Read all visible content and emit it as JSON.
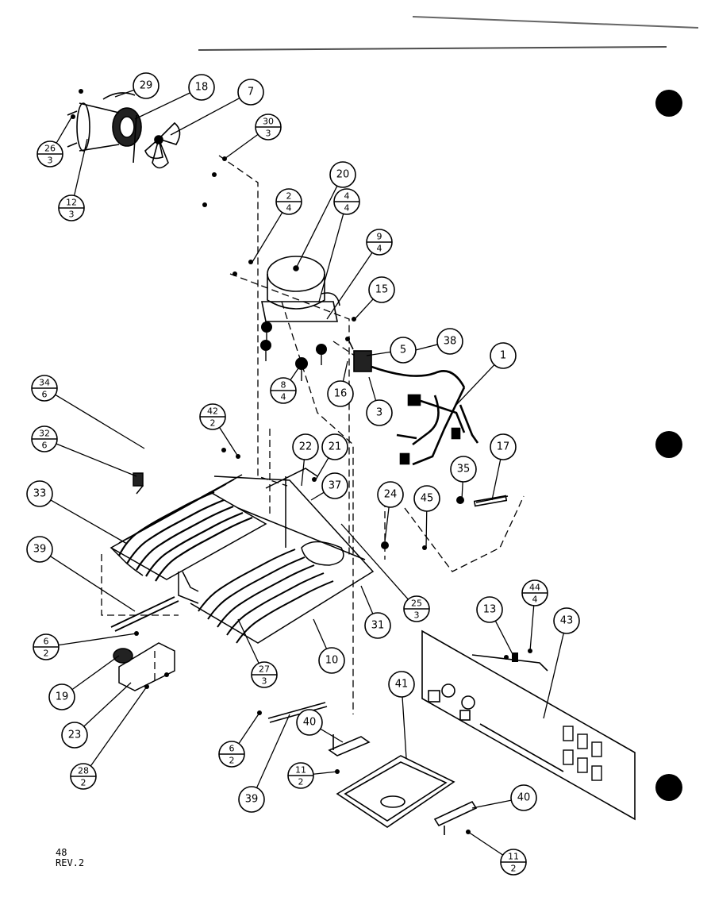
{
  "footer": {
    "page": "48",
    "revision": "REV.2"
  },
  "callouts": [
    {
      "id": "c29",
      "label": "29"
    },
    {
      "id": "c18",
      "label": "18"
    },
    {
      "id": "c7",
      "label": "7"
    },
    {
      "id": "c20",
      "label": "20"
    },
    {
      "id": "c15",
      "label": "15"
    },
    {
      "id": "c5",
      "label": "5"
    },
    {
      "id": "c38",
      "label": "38"
    },
    {
      "id": "c1",
      "label": "1"
    },
    {
      "id": "c16",
      "label": "16"
    },
    {
      "id": "c3",
      "label": "3"
    },
    {
      "id": "c33",
      "label": "33"
    },
    {
      "id": "c39a",
      "label": "39"
    },
    {
      "id": "c22",
      "label": "22"
    },
    {
      "id": "c21",
      "label": "21"
    },
    {
      "id": "c37",
      "label": "37"
    },
    {
      "id": "c24",
      "label": "24"
    },
    {
      "id": "c45",
      "label": "45"
    },
    {
      "id": "c35",
      "label": "35"
    },
    {
      "id": "c17",
      "label": "17"
    },
    {
      "id": "c10",
      "label": "10"
    },
    {
      "id": "c31",
      "label": "31"
    },
    {
      "id": "c13",
      "label": "13"
    },
    {
      "id": "c43",
      "label": "43"
    },
    {
      "id": "c19",
      "label": "19"
    },
    {
      "id": "c23",
      "label": "23"
    },
    {
      "id": "c41",
      "label": "41"
    },
    {
      "id": "c40a",
      "label": "40"
    },
    {
      "id": "c39b",
      "label": "39"
    },
    {
      "id": "c40b",
      "label": "40"
    }
  ],
  "fraction_callouts": [
    {
      "id": "f26_3",
      "top": "26",
      "bottom": "3"
    },
    {
      "id": "f12_3",
      "top": "12",
      "bottom": "3"
    },
    {
      "id": "f30_3",
      "top": "30",
      "bottom": "3"
    },
    {
      "id": "f2_4",
      "top": "2",
      "bottom": "4"
    },
    {
      "id": "f4_4",
      "top": "4",
      "bottom": "4"
    },
    {
      "id": "f9_4",
      "top": "9",
      "bottom": "4"
    },
    {
      "id": "f8_4",
      "top": "8",
      "bottom": "4"
    },
    {
      "id": "f34_6",
      "top": "34",
      "bottom": "6"
    },
    {
      "id": "f32_6",
      "top": "32",
      "bottom": "6"
    },
    {
      "id": "f42_2",
      "top": "42",
      "bottom": "2"
    },
    {
      "id": "f25_3",
      "top": "25",
      "bottom": "3"
    },
    {
      "id": "f6_2a",
      "top": "6",
      "bottom": "2"
    },
    {
      "id": "f27_3",
      "top": "27",
      "bottom": "3"
    },
    {
      "id": "f44_4",
      "top": "44",
      "bottom": "4"
    },
    {
      "id": "f28_2",
      "top": "28",
      "bottom": "2"
    },
    {
      "id": "f6_2b",
      "top": "6",
      "bottom": "2"
    },
    {
      "id": "f11_2a",
      "top": "11",
      "bottom": "2"
    },
    {
      "id": "f11_2b",
      "top": "11",
      "bottom": "2"
    }
  ]
}
